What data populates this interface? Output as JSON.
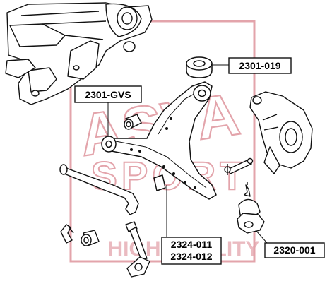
{
  "watermark": {
    "color": "#e3a4ab",
    "line1": "ASVA",
    "line2": "SPORT",
    "line3": "HIGH QUALITY"
  },
  "callouts": [
    {
      "id": "bushing-rear",
      "label": "2301-019"
    },
    {
      "id": "bushing-front",
      "label": "2301-GVS"
    },
    {
      "id": "control-arm",
      "labels": [
        "2324-011",
        "2324-012"
      ]
    },
    {
      "id": "ball-joint",
      "label": "2320-001"
    }
  ]
}
